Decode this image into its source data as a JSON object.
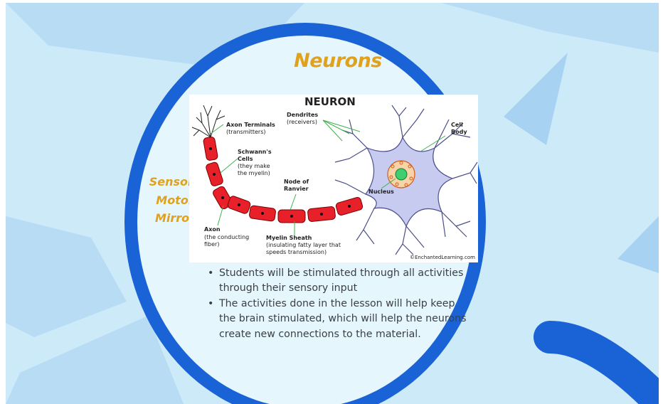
{
  "slide": {
    "title": "Neurons",
    "side_labels": [
      "Sensory",
      "Motor",
      "Mirror"
    ],
    "colors": {
      "accent": "#e0a21d",
      "ring": "#1a63d6",
      "background": "#cdeaf9",
      "text": "#3a3f45"
    }
  },
  "diagram": {
    "heading": "NEURON",
    "labels": {
      "axon_terminals": "Axon Terminals",
      "axon_terminals_sub": "(transmitters)",
      "dendrites": "Dendrites",
      "dendrites_sub": "(receivers)",
      "cell_body_1": "Cell",
      "cell_body_2": "Body",
      "schwanns_1": "Schwann's",
      "schwanns_2": "Cells",
      "schwanns_3": "(they make",
      "schwanns_4": "the myelin)",
      "node_1": "Node of",
      "node_2": "Ranvier",
      "nucleus": "Nucleus",
      "axon": "Axon",
      "axon_sub_1": "(the conducting",
      "axon_sub_2": "fiber)",
      "myelin": "Myelin Sheath",
      "myelin_sub_1": "(insulating fatty layer that",
      "myelin_sub_2": "speeds transmission)",
      "credit": "©EnchantedLearning.com"
    }
  },
  "bullets": [
    "Students will be stimulated through all activities through their sensory input",
    "The activities done in the lesson will help keep the brain stimulated, which will help the neurons create new connections to the material."
  ]
}
